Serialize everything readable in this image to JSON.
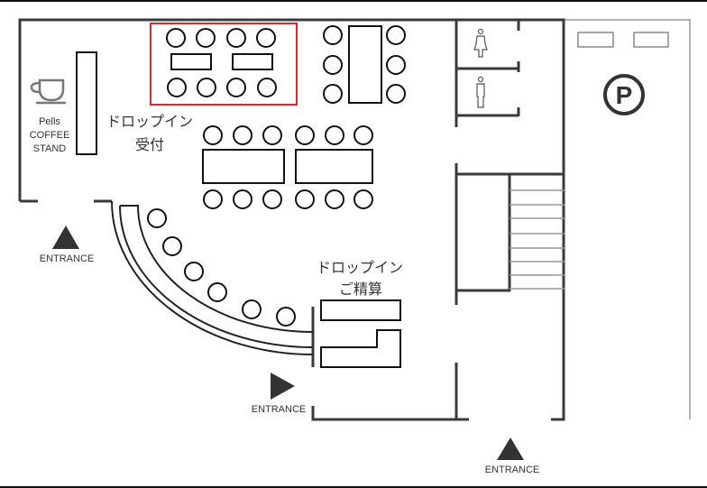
{
  "coffee_stand": {
    "line1": "Pells",
    "line2": "COFFEE",
    "line3": "STAND"
  },
  "reception": {
    "line1": "ドロップイン",
    "line2": "受付"
  },
  "checkout": {
    "line1": "ドロップイン",
    "line2": "ご精算"
  },
  "entrances": {
    "left": "ENTRANCE",
    "center": "ENTRANCE",
    "bottom": "ENTRANCE"
  },
  "parking": {
    "symbol": "P"
  },
  "colors": {
    "highlight": "#e0252b",
    "wall": "#3a3a3a"
  }
}
